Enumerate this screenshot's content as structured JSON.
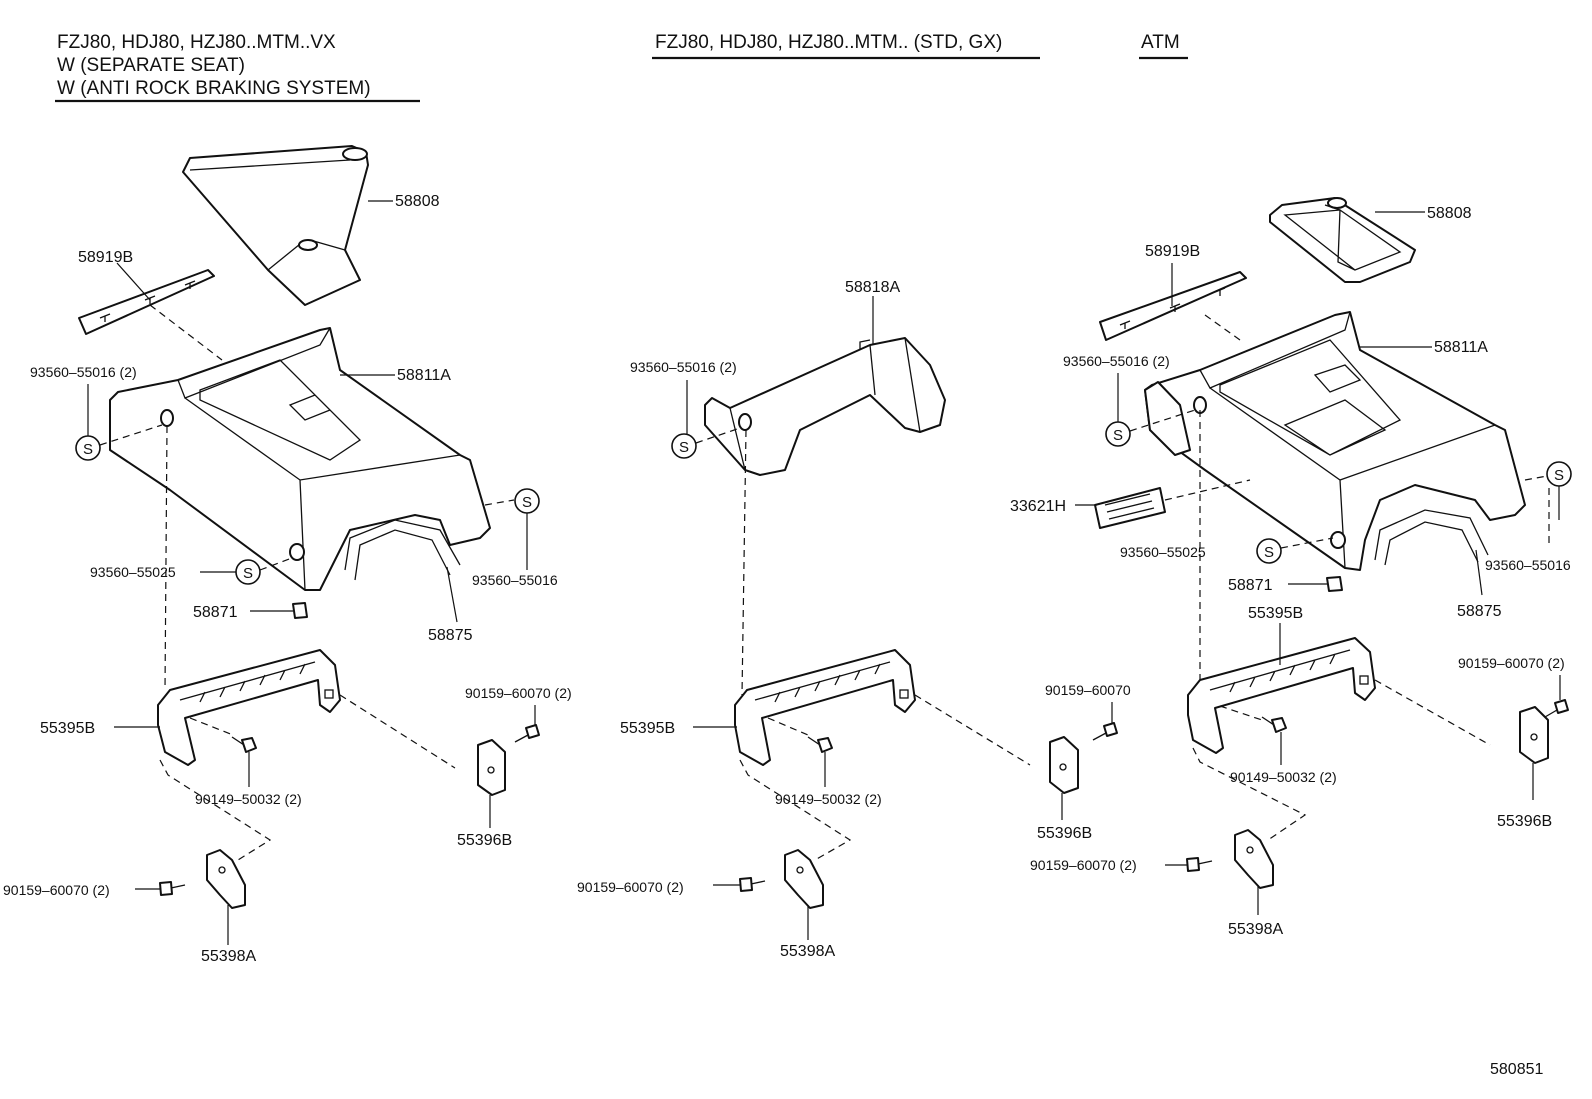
{
  "headers": {
    "left_line1": "FZJ80, HDJ80, HZJ80..MTM..VX",
    "left_line2": "W (SEPARATE  SEAT)",
    "left_line3": "W (ANTI  ROCK  BRAKING  SYSTEM)",
    "middle": "FZJ80, HDJ80, HZJ80..MTM.. (STD, GX)",
    "right": "ATM"
  },
  "labels": {
    "p58808": "58808",
    "p58919b": "58919B",
    "p58811a": "58811A",
    "p58818a": "58818A",
    "p93560_55016_2": "93560–55016 (2)",
    "p93560_55016": "93560–55016",
    "p93560_55025": "93560–55025",
    "p58871": "58871",
    "p58875": "58875",
    "p55395b": "55395B",
    "p90159_60070_2": "90159–60070 (2)",
    "p90159_60070": "90159–60070",
    "p90149_50032_2": "90149–50032 (2)",
    "p55396b": "55396B",
    "p55398a": "55398A",
    "p33621h": "33621H"
  },
  "symbol": "S",
  "diagram_id": "580851"
}
